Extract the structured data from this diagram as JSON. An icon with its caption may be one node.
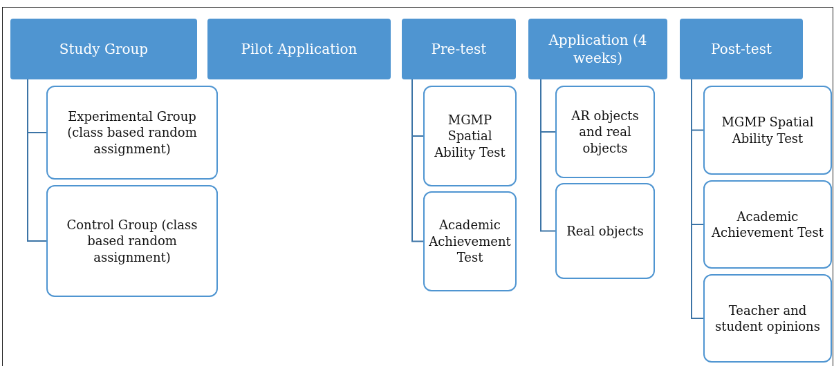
{
  "diagram": {
    "nodes": [
      {
        "text": [
          "Study Group"
        ]
      },
      {
        "text": [
          "Experimental Group (class based random assignment)"
        ]
      },
      {
        "text": [
          "Control Group (class based random assignment)"
        ]
      },
      {
        "text": [
          "Pilot Application"
        ]
      },
      {
        "text": [
          "Pre-test"
        ]
      },
      {
        "text": [
          "MGMP Spatial Ability Test"
        ]
      },
      {
        "text": [
          "Academic Achievement Test"
        ]
      },
      {
        "text": [
          "Application (4 weeks)"
        ]
      },
      {
        "text": [
          "AR objects and real objects"
        ]
      },
      {
        "text": [
          "Real objects"
        ]
      },
      {
        "text": [
          "Post-test"
        ]
      },
      {
        "text": [
          "MGMP Spatial Ability Test"
        ]
      },
      {
        "text": [
          "Academic Achievement Test"
        ]
      },
      {
        "text": [
          "Teacher and student opinions"
        ]
      }
    ],
    "edges": [
      {
        "from": 0,
        "to": 1,
        "arrow": "none"
      },
      {
        "from": 0,
        "to": 2,
        "arrow": "none"
      },
      {
        "from": 4,
        "to": 5,
        "arrow": "none"
      },
      {
        "from": 4,
        "to": 6,
        "arrow": "none"
      },
      {
        "from": 7,
        "to": 8,
        "arrow": "none"
      },
      {
        "from": 7,
        "to": 9,
        "arrow": "none"
      },
      {
        "from": 10,
        "to": 11,
        "arrow": "none"
      },
      {
        "from": 10,
        "to": 12,
        "arrow": "none"
      },
      {
        "from": 10,
        "to": 13,
        "arrow": "none"
      }
    ]
  }
}
